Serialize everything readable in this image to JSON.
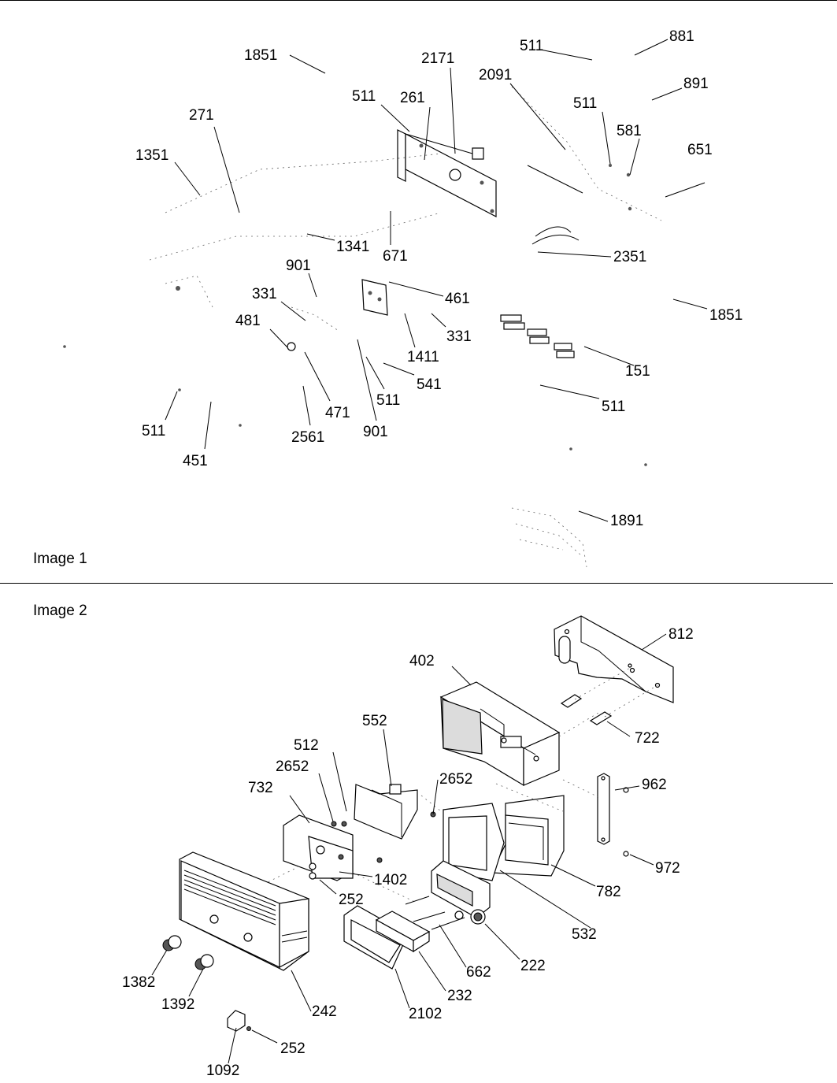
{
  "image1": {
    "caption": "Image 1",
    "callouts": [
      "1851",
      "2171",
      "511",
      "881",
      "2091",
      "891",
      "271",
      "511",
      "261",
      "511",
      "581",
      "1351",
      "651",
      "1341",
      "671",
      "2351",
      "901",
      "331",
      "461",
      "481",
      "1851",
      "331",
      "1411",
      "151",
      "541",
      "511",
      "471",
      "511",
      "511",
      "901",
      "2561",
      "451",
      "1891"
    ]
  },
  "image2": {
    "caption": "Image 2",
    "callouts": [
      "812",
      "402",
      "552",
      "722",
      "512",
      "2652",
      "2652",
      "962",
      "732",
      "1402",
      "782",
      "252",
      "972",
      "532",
      "222",
      "662",
      "1382",
      "1392",
      "242",
      "232",
      "2102",
      "252",
      "1092"
    ]
  }
}
